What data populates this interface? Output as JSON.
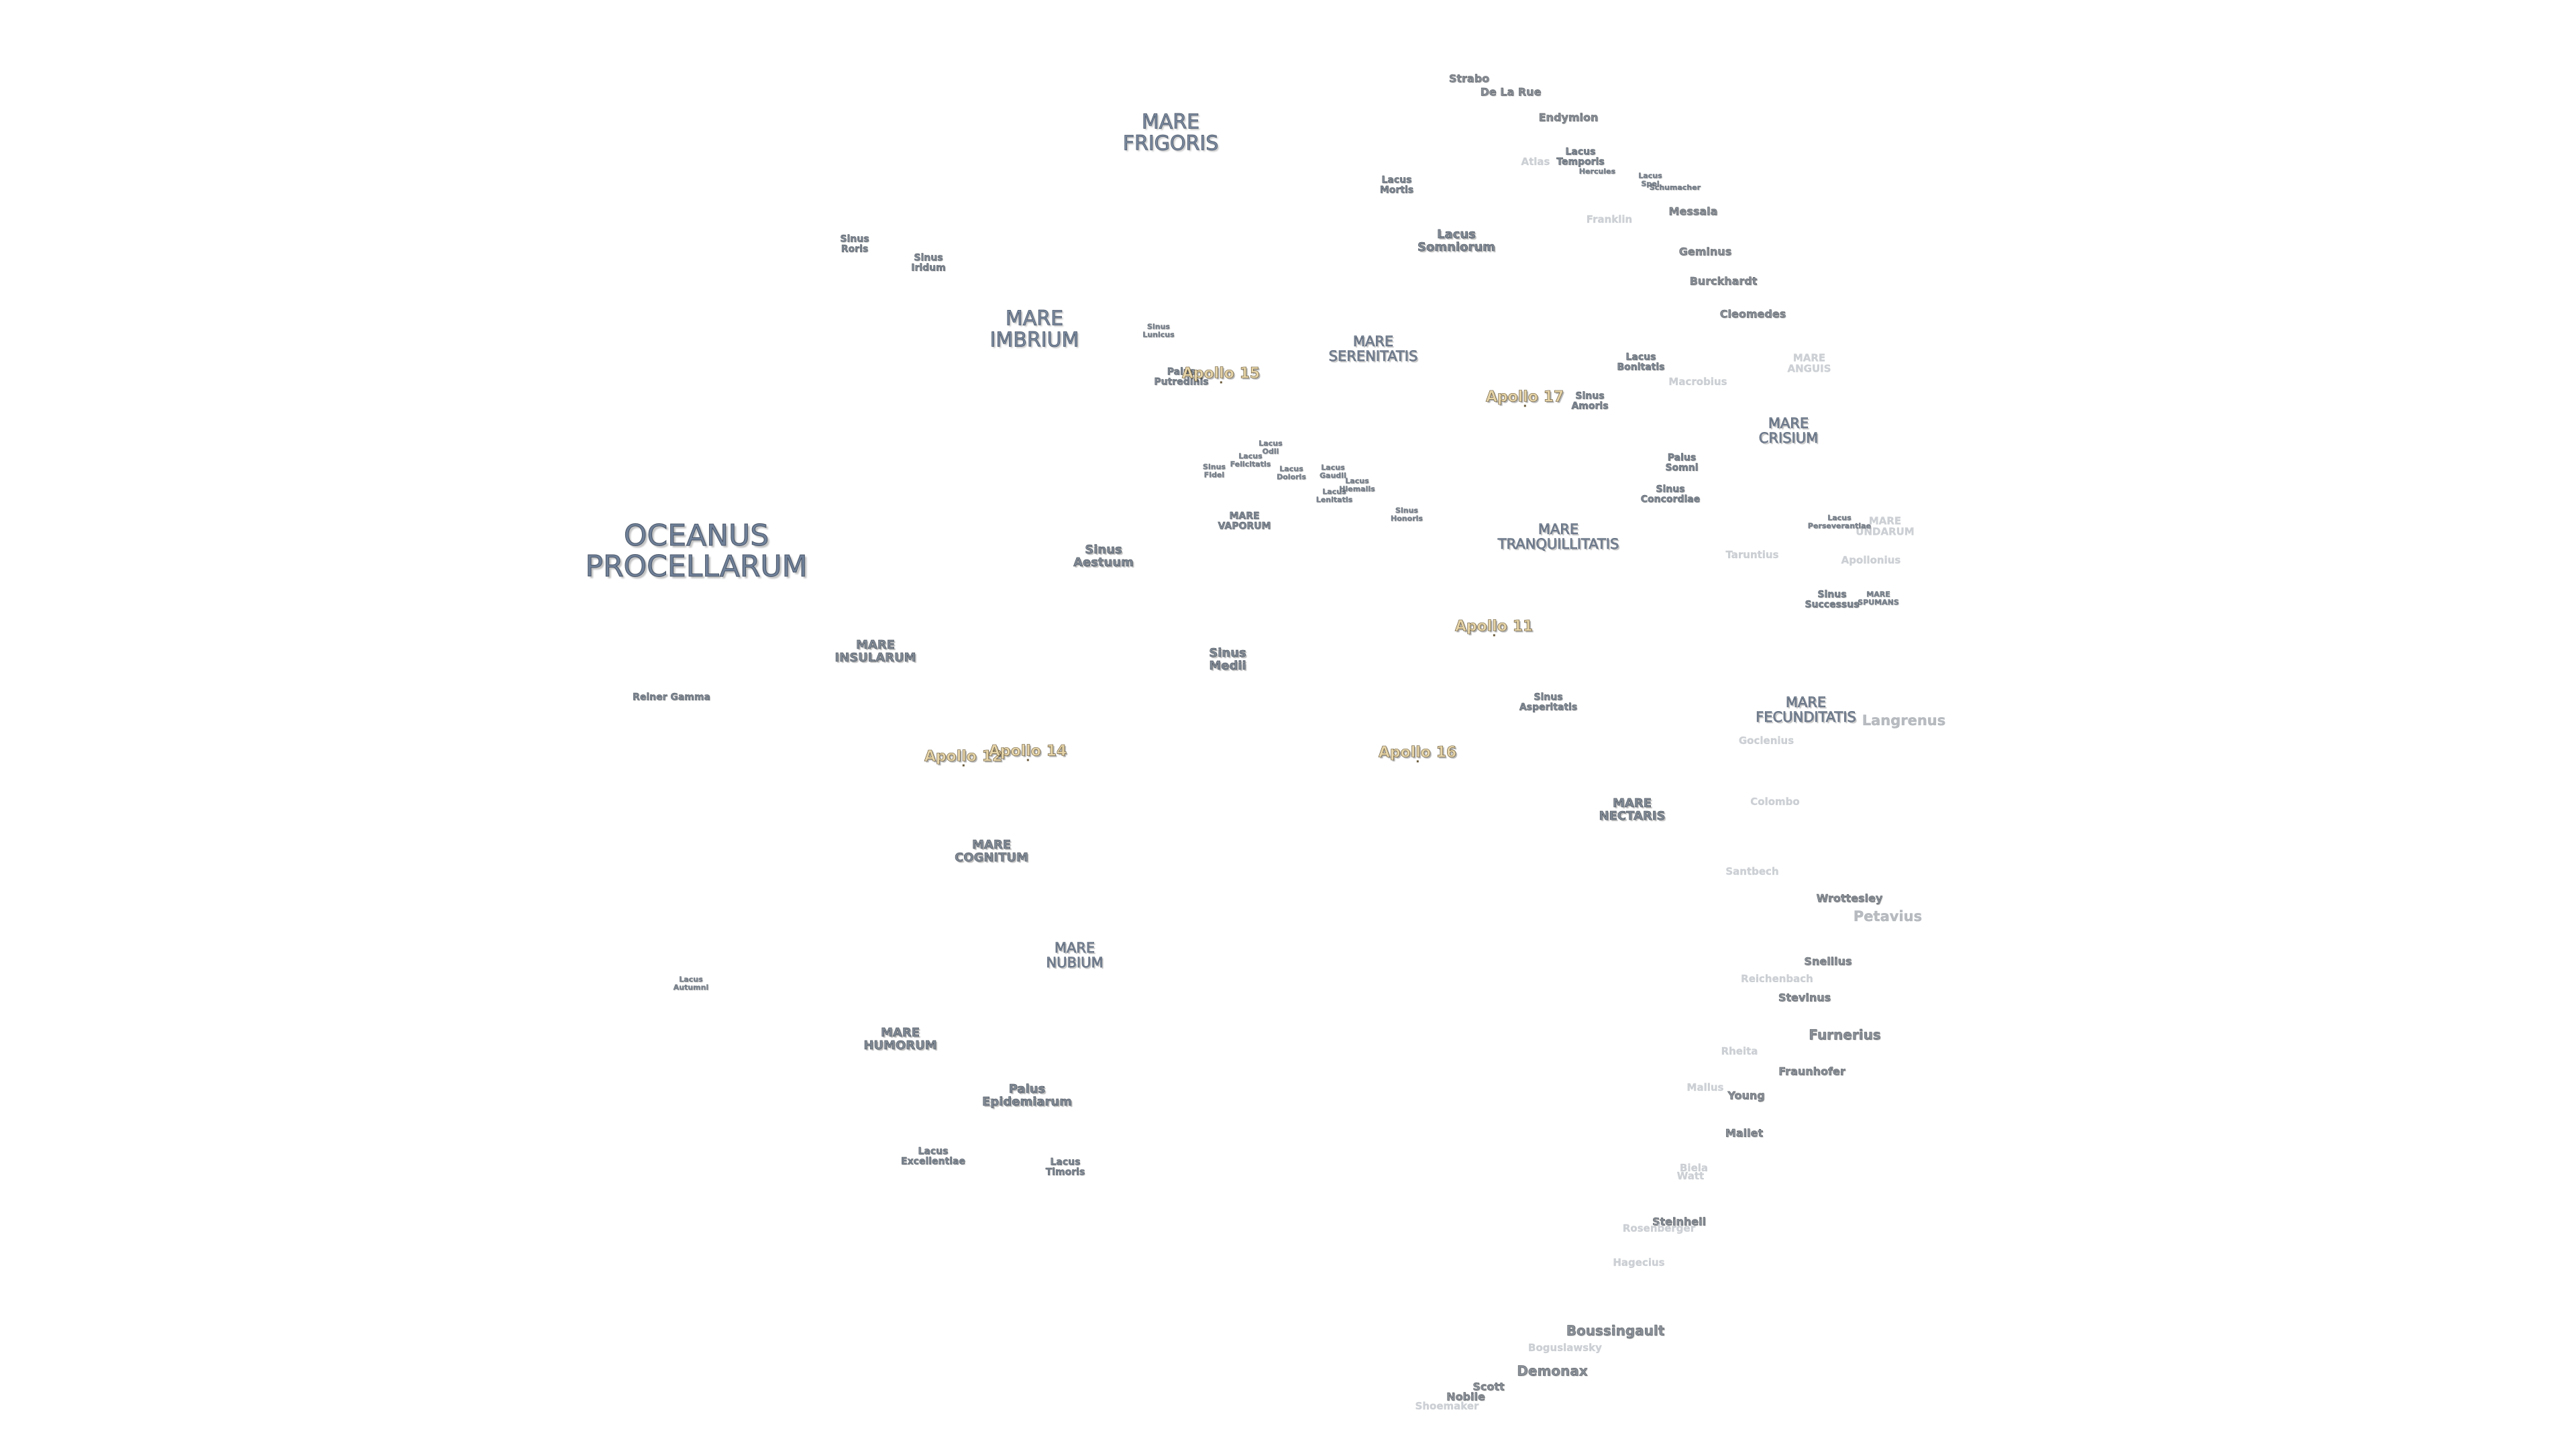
{
  "map_title": "",
  "labels": [
    {
      "id": "oceanus-procellarum",
      "text": "OCEANUS\nPROCELLARUM",
      "kind": "sea-xl"
    },
    {
      "id": "mare-frigoris",
      "text": "MARE\nFRIGORIS",
      "kind": "sea-l"
    },
    {
      "id": "mare-imbrium",
      "text": "MARE\nIMBRIUM",
      "kind": "sea-l"
    },
    {
      "id": "mare-serenitatis",
      "text": "MARE\nSERENITATIS",
      "kind": "sea-m"
    },
    {
      "id": "mare-tranquillitatis",
      "text": "MARE\nTRANQUILLITATIS",
      "kind": "sea-m"
    },
    {
      "id": "mare-crisium",
      "text": "MARE\nCRISIUM",
      "kind": "sea-m"
    },
    {
      "id": "mare-fecunditatis",
      "text": "MARE\nFECUNDITATIS",
      "kind": "sea-m"
    },
    {
      "id": "mare-nubium",
      "text": "MARE\nNUBIUM",
      "kind": "sea-m"
    },
    {
      "id": "mare-insularum",
      "text": "MARE\nINSULARUM",
      "kind": "feat"
    },
    {
      "id": "mare-cognitum",
      "text": "MARE\nCOGNITUM",
      "kind": "feat"
    },
    {
      "id": "mare-humorum",
      "text": "MARE\nHUMORUM",
      "kind": "feat"
    },
    {
      "id": "mare-nectaris",
      "text": "MARE\nNECTARIS",
      "kind": "feat"
    },
    {
      "id": "mare-vaporum",
      "text": "MARE\nVAPORUM",
      "kind": "feat-s"
    },
    {
      "id": "mare-spumans",
      "text": "MARE\nSPUMANS",
      "kind": "feat-xs"
    },
    {
      "id": "mare-anguis",
      "text": "MARE\nANGUIS",
      "kind": "faint"
    },
    {
      "id": "mare-undarum",
      "text": "MARE\nUNDARUM",
      "kind": "faint"
    },
    {
      "id": "lacus-somniorum",
      "text": "Lacus\nSomniorum",
      "kind": "feat"
    },
    {
      "id": "sinus-aestuum",
      "text": "Sinus\nAestuum",
      "kind": "feat"
    },
    {
      "id": "sinus-medii",
      "text": "Sinus\nMedii",
      "kind": "feat"
    },
    {
      "id": "sinus-asperitatis",
      "text": "Sinus\nAsperitatis",
      "kind": "feat-s"
    },
    {
      "id": "palus-epidemiarum",
      "text": "Palus\nEpidemiarum",
      "kind": "feat"
    },
    {
      "id": "sinus-roris",
      "text": "Sinus\nRoris",
      "kind": "feat-s"
    },
    {
      "id": "sinus-iridum",
      "text": "Sinus\nIridum",
      "kind": "feat-s"
    },
    {
      "id": "lacus-mortis",
      "text": "Lacus\nMortis",
      "kind": "feat-s"
    },
    {
      "id": "lacus-temporis",
      "text": "Lacus\nTemporis",
      "kind": "feat-s"
    },
    {
      "id": "lacus-spei",
      "text": "Lacus\nSpei",
      "kind": "feat-xs"
    },
    {
      "id": "sinus-lunicus",
      "text": "Sinus\nLunicus",
      "kind": "feat-xs"
    },
    {
      "id": "palus-putredinis",
      "text": "Palus\nPutredinis",
      "kind": "feat-s"
    },
    {
      "id": "lacus-bonitatis",
      "text": "Lacus\nBonitatis",
      "kind": "feat-s"
    },
    {
      "id": "sinus-amoris",
      "text": "Sinus\nAmoris",
      "kind": "feat-s"
    },
    {
      "id": "lacus-odii",
      "text": "Lacus\nOdii",
      "kind": "feat-xs"
    },
    {
      "id": "lacus-felicitatis",
      "text": "Lacus\nFelicitatis",
      "kind": "feat-xs"
    },
    {
      "id": "sinus-fidei",
      "text": "Sinus\nFidei",
      "kind": "feat-xs"
    },
    {
      "id": "lacus-doloris",
      "text": "Lacus\nDoloris",
      "kind": "feat-xs"
    },
    {
      "id": "lacus-gaudii",
      "text": "Lacus\nGaudii",
      "kind": "feat-xs"
    },
    {
      "id": "lacus-hiemalis",
      "text": "Lacus\nHiemalis",
      "kind": "feat-xs"
    },
    {
      "id": "lacus-lenitatis",
      "text": "Lacus\nLenitatis",
      "kind": "feat-xs"
    },
    {
      "id": "sinus-honoris",
      "text": "Sinus\nHonoris",
      "kind": "feat-xs"
    },
    {
      "id": "palus-somni",
      "text": "Palus\nSomni",
      "kind": "feat-s"
    },
    {
      "id": "sinus-concordiae",
      "text": "Sinus\nConcordiae",
      "kind": "feat-s"
    },
    {
      "id": "lacus-perseverantiae",
      "text": "Lacus\nPerseverantiae",
      "kind": "feat-xs"
    },
    {
      "id": "sinus-successus",
      "text": "Sinus\nSuccessus",
      "kind": "feat-s"
    },
    {
      "id": "lacus-autumni",
      "text": "Lacus\nAutumni",
      "kind": "feat-xs"
    },
    {
      "id": "lacus-excellentiae",
      "text": "Lacus\nExcellentiae",
      "kind": "feat-s"
    },
    {
      "id": "lacus-timoris",
      "text": "Lacus\nTimoris",
      "kind": "feat-s"
    },
    {
      "id": "reiner-gamma",
      "text": "Reiner Gamma",
      "kind": "feat-s"
    },
    {
      "id": "strabo",
      "text": "Strabo",
      "kind": "crater"
    },
    {
      "id": "de-la-rue",
      "text": "De La Rue",
      "kind": "crater"
    },
    {
      "id": "endymion",
      "text": "Endymion",
      "kind": "crater"
    },
    {
      "id": "atlas",
      "text": "Atlas",
      "kind": "faint"
    },
    {
      "id": "hercules",
      "text": "Hercules",
      "kind": "feat-xs"
    },
    {
      "id": "schumacher",
      "text": "Schumacher",
      "kind": "feat-xs"
    },
    {
      "id": "messala",
      "text": "Messala",
      "kind": "crater"
    },
    {
      "id": "franklin",
      "text": "Franklin",
      "kind": "faint"
    },
    {
      "id": "geminus",
      "text": "Geminus",
      "kind": "crater"
    },
    {
      "id": "burckhardt",
      "text": "Burckhardt",
      "kind": "crater"
    },
    {
      "id": "cleomedes",
      "text": "Cleomedes",
      "kind": "crater"
    },
    {
      "id": "macrobius",
      "text": "Macrobius",
      "kind": "faint"
    },
    {
      "id": "taruntius",
      "text": "Taruntius",
      "kind": "faint"
    },
    {
      "id": "apollonius",
      "text": "Apollonius",
      "kind": "faint"
    },
    {
      "id": "langrenus",
      "text": "Langrenus",
      "kind": "faint-l"
    },
    {
      "id": "goclenius",
      "text": "Goclenius",
      "kind": "faint"
    },
    {
      "id": "colombo",
      "text": "Colombo",
      "kind": "faint"
    },
    {
      "id": "santbech",
      "text": "Santbech",
      "kind": "faint"
    },
    {
      "id": "wrottesley",
      "text": "Wrottesley",
      "kind": "crater"
    },
    {
      "id": "petavius",
      "text": "Petavius",
      "kind": "faint-l"
    },
    {
      "id": "snellius",
      "text": "Snellius",
      "kind": "crater"
    },
    {
      "id": "reichenbach",
      "text": "Reichenbach",
      "kind": "faint"
    },
    {
      "id": "stevinus",
      "text": "Stevinus",
      "kind": "crater"
    },
    {
      "id": "furnerius",
      "text": "Furnerius",
      "kind": "crater-l"
    },
    {
      "id": "rheita",
      "text": "Rheita",
      "kind": "faint"
    },
    {
      "id": "fraunhofer",
      "text": "Fraunhofer",
      "kind": "crater"
    },
    {
      "id": "mallus",
      "text": "Mallus",
      "kind": "faint"
    },
    {
      "id": "young",
      "text": "Young",
      "kind": "crater"
    },
    {
      "id": "mallet",
      "text": "Mallet",
      "kind": "crater"
    },
    {
      "id": "biela",
      "text": "Biela",
      "kind": "faint"
    },
    {
      "id": "watt",
      "text": "Watt",
      "kind": "faint"
    },
    {
      "id": "steinheil",
      "text": "Steinheil",
      "kind": "crater"
    },
    {
      "id": "rosenberger",
      "text": "Rosenberger",
      "kind": "faint"
    },
    {
      "id": "hagecius",
      "text": "Hagecius",
      "kind": "faint"
    },
    {
      "id": "boussingault",
      "text": "Boussingault",
      "kind": "crater-l"
    },
    {
      "id": "boguslawsky",
      "text": "Boguslawsky",
      "kind": "faint"
    },
    {
      "id": "demonax",
      "text": "Demonax",
      "kind": "crater-l"
    },
    {
      "id": "scott",
      "text": "Scott",
      "kind": "crater"
    },
    {
      "id": "nobile",
      "text": "Nobile",
      "kind": "crater"
    },
    {
      "id": "shoemaker",
      "text": "Shoemaker",
      "kind": "faint"
    },
    {
      "id": "apollo-11",
      "text": "Apollo 11",
      "kind": "apollo"
    },
    {
      "id": "apollo-12",
      "text": "Apollo 12",
      "kind": "apollo"
    },
    {
      "id": "apollo-14",
      "text": "Apollo 14",
      "kind": "apollo"
    },
    {
      "id": "apollo-15",
      "text": "Apollo 15",
      "kind": "apollo"
    },
    {
      "id": "apollo-16",
      "text": "Apollo 16",
      "kind": "apollo"
    },
    {
      "id": "apollo-17",
      "text": "Apollo 17",
      "kind": "apollo"
    }
  ]
}
